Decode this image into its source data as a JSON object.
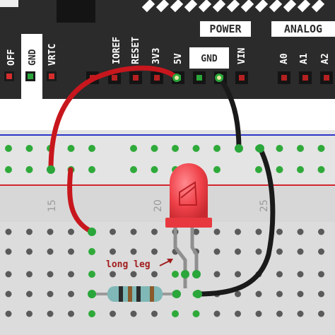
{
  "board": {
    "pin_labels_left": [
      "OFF",
      "GND",
      "VRTC"
    ],
    "pin_labels_header": [
      "IOREF",
      "RESET",
      "3V3",
      "5V",
      "GND",
      "VIN"
    ],
    "analog_pins": [
      "A0",
      "A1",
      "A2"
    ],
    "power_label": "POWER",
    "analog_label": "ANALOG"
  },
  "breadboard": {
    "column_numbers": [
      "15",
      "20",
      "25"
    ]
  },
  "annotation": {
    "long_leg": "long leg"
  },
  "colors": {
    "board": "#2a2a2a",
    "wire_red": "#c8161d",
    "wire_black": "#1a1a1a",
    "led": "#f0424a",
    "rail_blue": "#2c35c9",
    "rail_red": "#d4282f",
    "hole_green": "#2faa3a"
  }
}
